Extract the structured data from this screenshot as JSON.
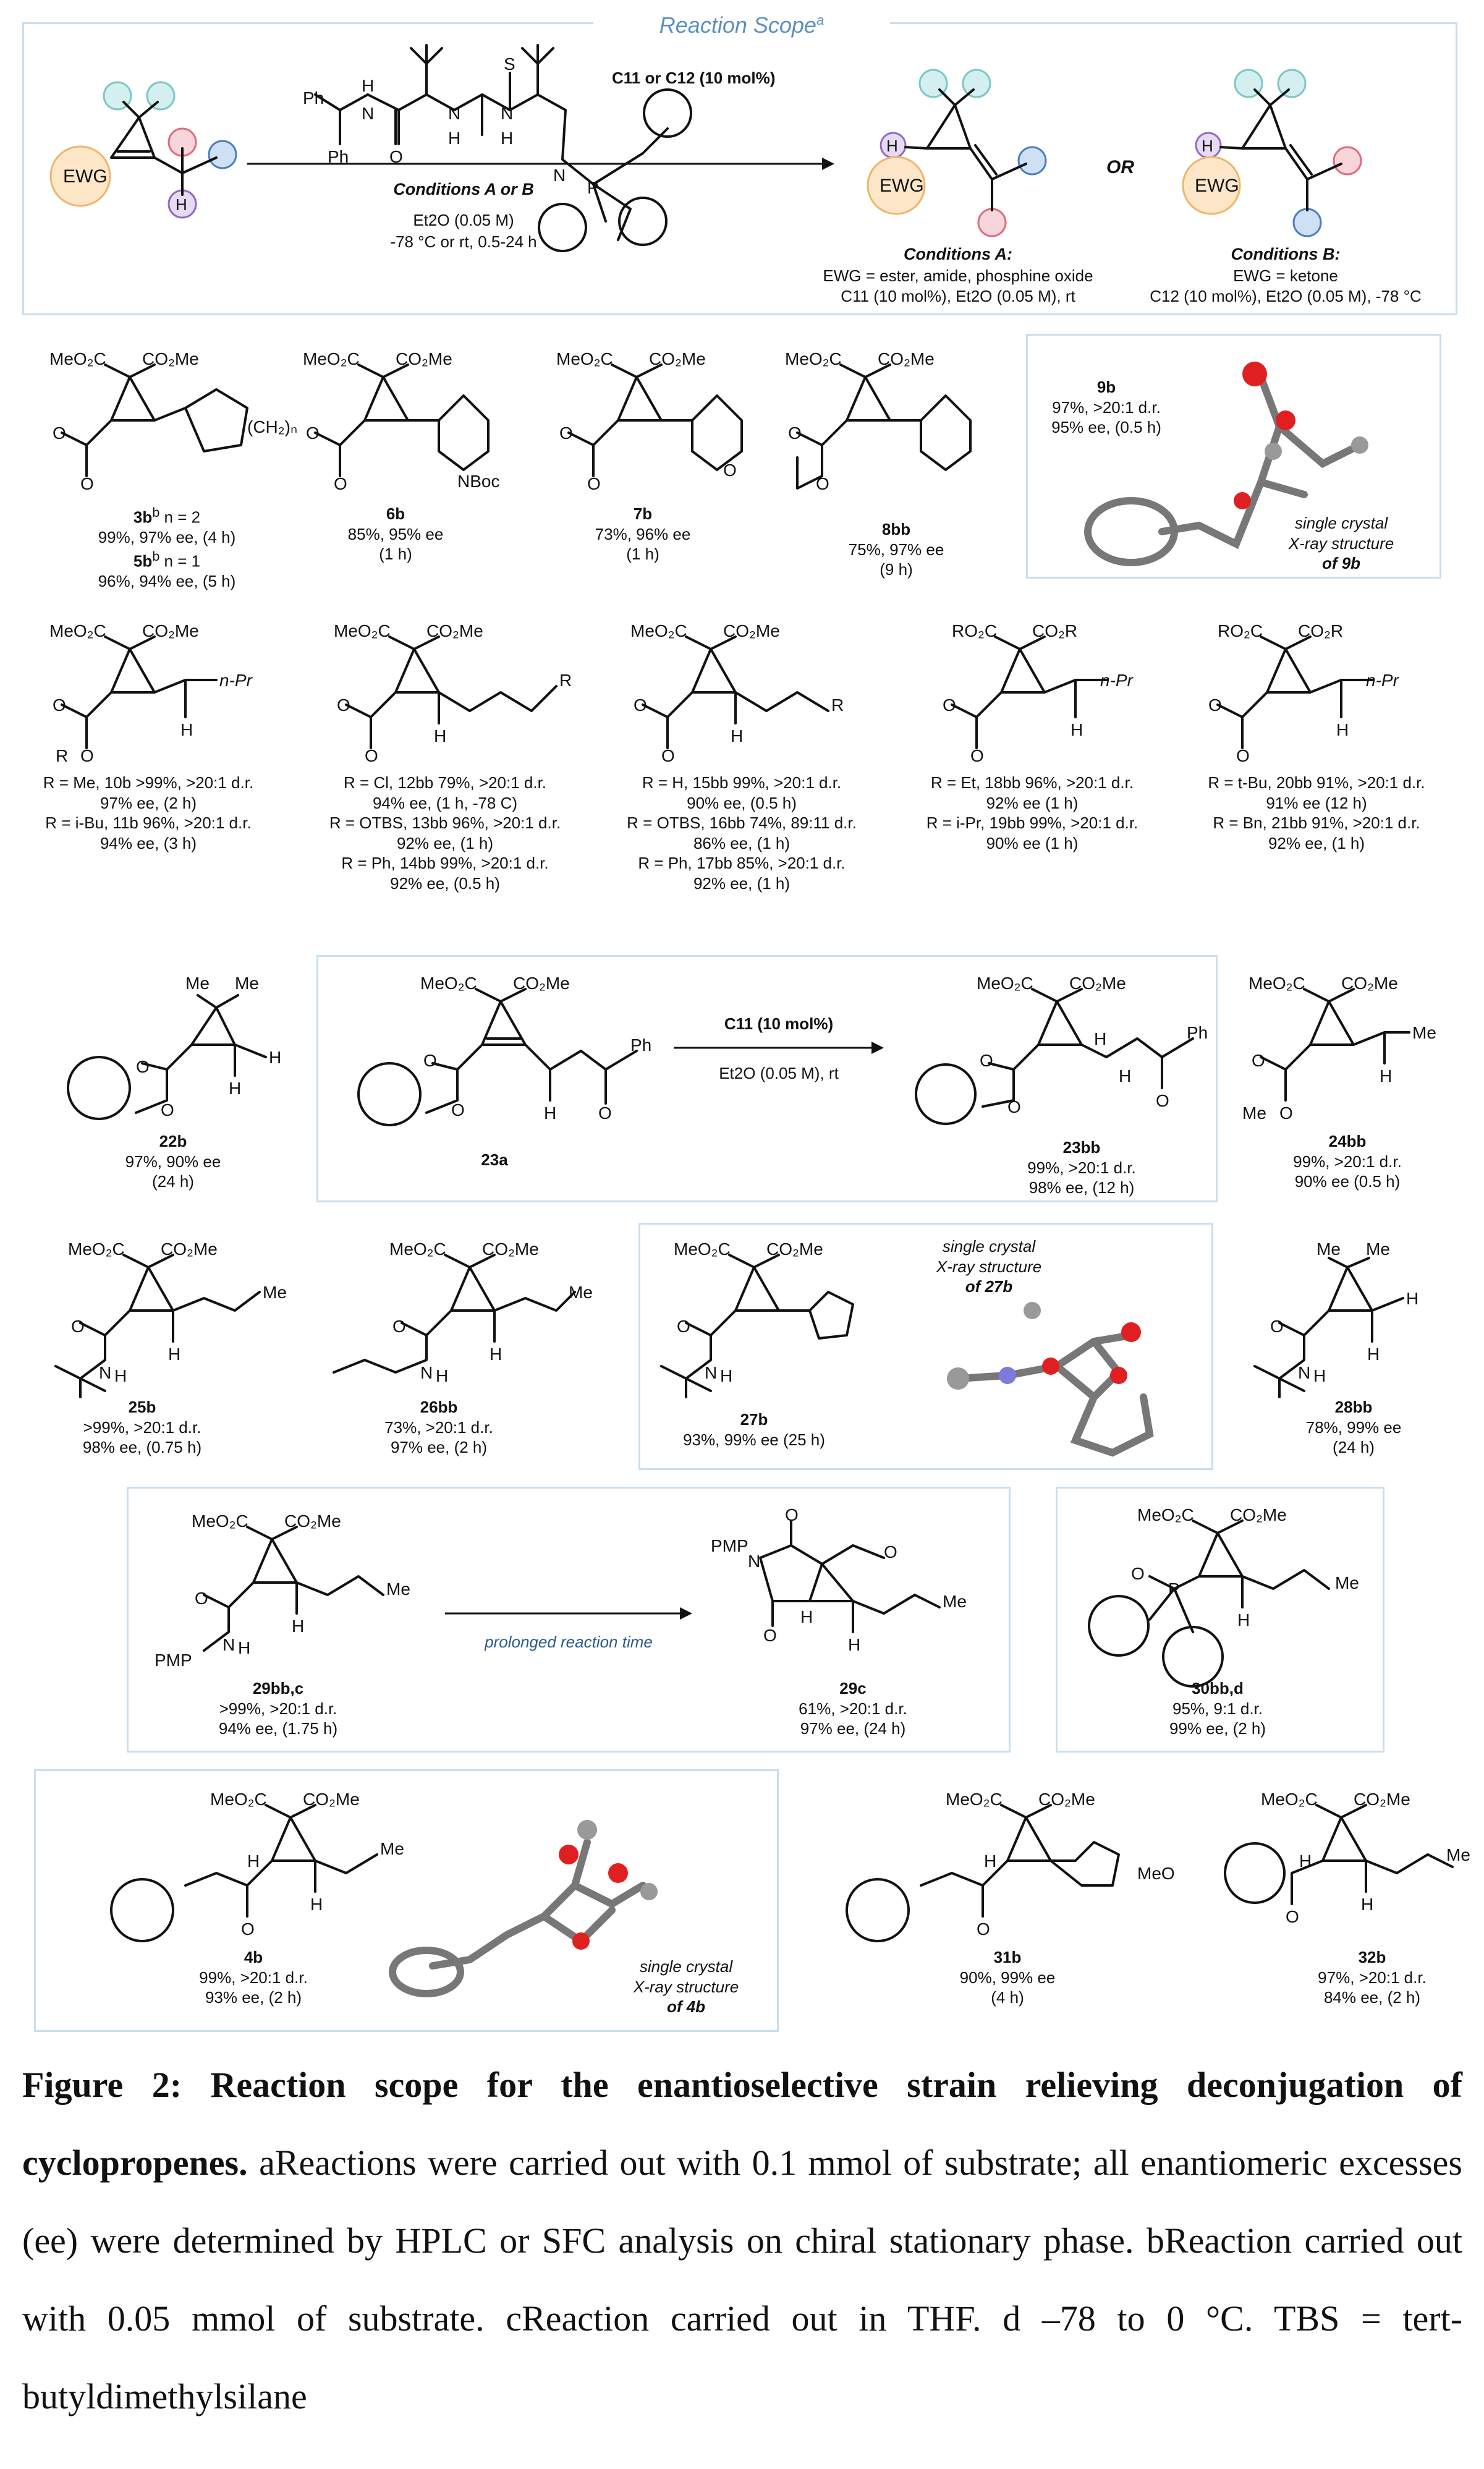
{
  "figure": {
    "scope_title": "Reaction Scope",
    "scope_title_sup": "a",
    "catalyst": "C11 or C12 (10 mol%)",
    "conditions_label": "Conditions A or B",
    "conditions_solvent": "Et2O (0.05 M)",
    "conditions_temp": "-78 °C or rt, 0.5-24 h",
    "or": "OR",
    "ewg": "EWG",
    "cond_a_title": "Conditions A:",
    "cond_a_line1": "EWG = ester, amide, phosphine oxide",
    "cond_a_line2": "C11 (10 mol%), Et2O (0.05 M), rt",
    "cond_b_title": "Conditions B:",
    "cond_b_line1": "EWG = ketone",
    "cond_b_line2": "C12 (10 mol%), Et2O (0.05 M), -78 °C",
    "xray_line1": "single crystal",
    "xray_line2": "X-ray structure",
    "xray_9b": "of 9b",
    "xray_27b": "of 27b",
    "xray_4b": "of 4b",
    "c11_cond": "C11 (10 mol%)",
    "c11_solvent": "Et2O (0.05 M), rt",
    "prolonged": "prolonged reaction time"
  },
  "compounds": [
    {
      "id": "3b",
      "lines": [
        "3bb n = 2",
        "99%, 97% ee, (4 h)",
        "5bb n = 1",
        "96%, 94% ee, (5 h)"
      ]
    },
    {
      "id": "6b",
      "lines": [
        "6b",
        "85%, 95% ee",
        "(1 h)"
      ]
    },
    {
      "id": "7b",
      "lines": [
        "7b",
        "73%, 96% ee",
        "(1 h)"
      ]
    },
    {
      "id": "8b",
      "lines": [
        "8bb",
        "75%, 97% ee",
        "(9 h)"
      ]
    },
    {
      "id": "9b",
      "lines": [
        "9b",
        "97%, >20:1 d.r.",
        "95% ee, (0.5 h)"
      ]
    },
    {
      "id": "10b",
      "lines": [
        "R = Me, 10b >99%, >20:1 d.r.",
        "97% ee, (2 h)",
        "R = i-Bu, 11b 96%, >20:1 d.r.",
        "94% ee, (3 h)"
      ]
    },
    {
      "id": "12b",
      "lines": [
        "R = Cl, 12bb 79%, >20:1 d.r.",
        "94% ee, (1 h, -78 C)",
        "R = OTBS, 13bb 96%, >20:1 d.r.",
        "92% ee, (1 h)",
        "R = Ph, 14bb 99%, >20:1 d.r.",
        "92% ee, (0.5 h)"
      ]
    },
    {
      "id": "15b",
      "lines": [
        "R = H, 15bb 99%, >20:1 d.r.",
        "90% ee, (0.5 h)",
        "R = OTBS, 16bb 74%, 89:11 d.r.",
        "86% ee, (1 h)",
        "R = Ph, 17bb 85%, >20:1 d.r.",
        "92% ee, (1 h)"
      ]
    },
    {
      "id": "18b",
      "lines": [
        "R = Et, 18bb 96%, >20:1 d.r.",
        "92% ee (1 h)",
        "R = i-Pr, 19bb 99%, >20:1 d.r.",
        "90% ee (1 h)"
      ]
    },
    {
      "id": "20b",
      "lines": [
        "R = t-Bu, 20bb 91%, >20:1 d.r.",
        "91% ee (12 h)",
        "R = Bn, 21bb 91%, >20:1 d.r.",
        "92% ee, (1 h)"
      ]
    },
    {
      "id": "22b",
      "lines": [
        "22b",
        "97%, 90% ee",
        "(24 h)"
      ]
    },
    {
      "id": "23a",
      "lines": [
        "23a"
      ]
    },
    {
      "id": "23b",
      "lines": [
        "23bb",
        "99%, >20:1 d.r.",
        "98% ee, (12 h)"
      ]
    },
    {
      "id": "24b",
      "lines": [
        "24bb",
        "99%, >20:1 d.r.",
        "90% ee (0.5 h)"
      ]
    },
    {
      "id": "25b",
      "lines": [
        "25b",
        ">99%, >20:1 d.r.",
        "98% ee, (0.75 h)"
      ]
    },
    {
      "id": "26b",
      "lines": [
        "26bb",
        "73%, >20:1 d.r.",
        "97% ee, (2 h)"
      ]
    },
    {
      "id": "27b",
      "lines": [
        "27b",
        "93%, 99% ee (25 h)"
      ]
    },
    {
      "id": "28b",
      "lines": [
        "28bb",
        "78%, 99% ee",
        "(24 h)"
      ]
    },
    {
      "id": "29b",
      "lines": [
        "29bb,c",
        ">99%, >20:1 d.r.",
        "94% ee, (1.75 h)"
      ]
    },
    {
      "id": "29c",
      "lines": [
        "29c",
        "61%, >20:1 d.r.",
        "97% ee, (24 h)"
      ]
    },
    {
      "id": "30b",
      "lines": [
        "30bb,d",
        "95%, 9:1 d.r.",
        "99% ee, (2 h)"
      ]
    },
    {
      "id": "4b",
      "lines": [
        "4b",
        "99%, >20:1 d.r.",
        "93% ee, (2 h)"
      ]
    },
    {
      "id": "31b",
      "lines": [
        "31b",
        "90%, 99% ee",
        "(4 h)"
      ]
    },
    {
      "id": "32b",
      "lines": [
        "32b",
        "97%, >20:1 d.r.",
        "84% ee, (2 h)"
      ]
    }
  ],
  "caption": {
    "title": "Figure 2: Reaction scope for the enantioselective strain relieving deconjugation of cyclopropenes.",
    "note_a": "aReactions were carried out with 0.1 mmol of substrate; all enantiomeric excesses (ee) were determined by HPLC or SFC analysis on chiral stationary phase.",
    "note_b": "bReaction carried out with 0.05 mmol of substrate.",
    "note_c": "cReaction carried out in THF.",
    "note_d": "d –78 to 0 °C. TBS = tert-butyldimethylsilane"
  }
}
